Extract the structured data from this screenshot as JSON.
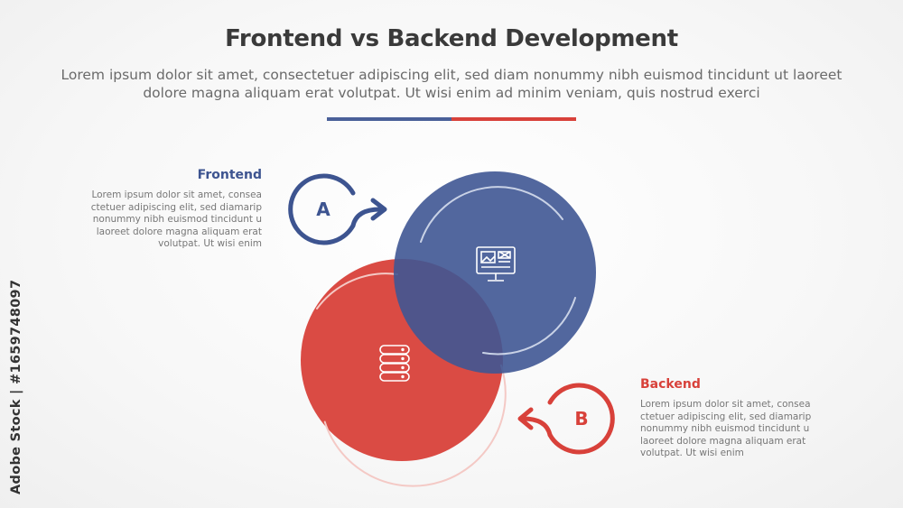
{
  "title": "Frontend vs Backend Development",
  "subtitle": "Lorem ipsum dolor sit amet, consectetuer adipiscing elit, sed diam nonummy nibh euismod tincidunt ut laoreet dolore magna aliquam erat volutpat. Ut wisi enim ad minim veniam, quis nostrud exerci",
  "colors": {
    "frontend": "#4a6099",
    "backend": "#d8413a",
    "title": "#3a3a3a"
  },
  "frontend": {
    "title": "Frontend",
    "badge": "A",
    "icon": "monitor-icon",
    "body": "Lorem ipsum dolor sit amet, consea ctetuer adipiscing elit, sed diamarip nonummy nibh euismod tincidunt u laoreet dolore magna aliquam erat volutpat. Ut wisi enim"
  },
  "backend": {
    "title": "Backend",
    "badge": "B",
    "icon": "database-icon",
    "body": "Lorem ipsum dolor sit amet, consea ctetuer adipiscing elit, sed diamarip nonummy nibh euismod tincidunt u laoreet dolore magna aliquam erat volutpat. Ut wisi enim"
  },
  "watermark": {
    "side_text": "Adobe Stock | #1659748097"
  }
}
